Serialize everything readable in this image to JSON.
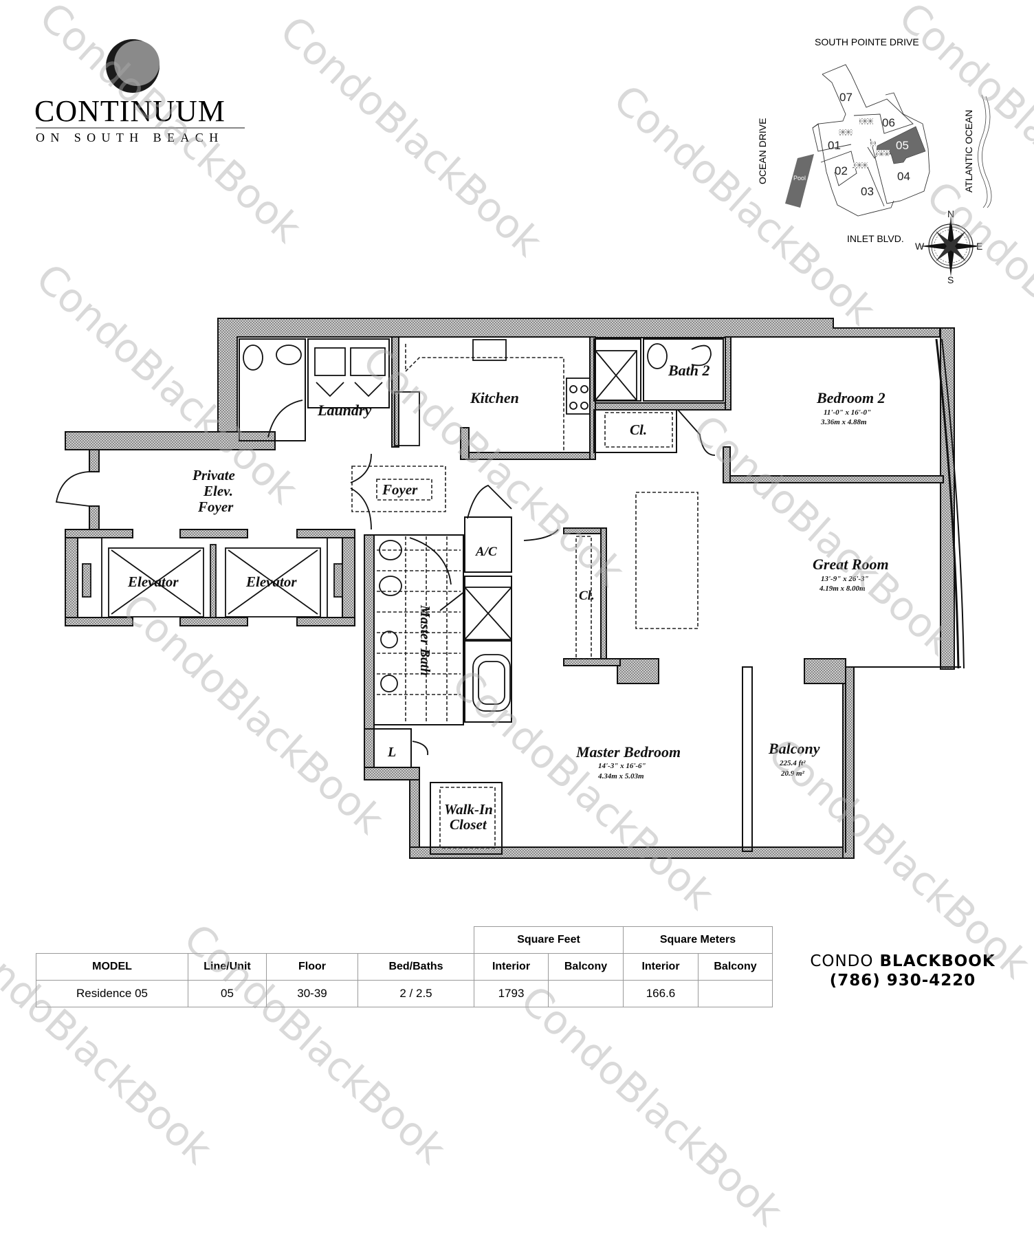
{
  "logo": {
    "title": "CONTINUUM",
    "subtitle": "ON SOUTH BEACH"
  },
  "site_map": {
    "streets": {
      "north": "SOUTH POINTE DRIVE",
      "west": "OCEAN DRIVE",
      "east": "ATLANTIC OCEAN",
      "south": "INLET BLVD."
    },
    "units": [
      "07",
      "06",
      "01",
      "05",
      "02",
      "04",
      "03"
    ],
    "highlighted_unit": "05",
    "pool_label": "Pool",
    "compass": {
      "n": "N",
      "s": "S",
      "e": "E",
      "w": "W"
    },
    "highlight_color": "#6b6b6b"
  },
  "floor_plan": {
    "rooms": {
      "laundry": "Laundry",
      "kitchen": "Kitchen",
      "bath2": "Bath 2",
      "bedroom2": {
        "name": "Bedroom 2",
        "dim_imperial": "11'-0\" x 16'-0\"",
        "dim_metric": "3.36m x 4.88m"
      },
      "closet_kitchen": "Cl.",
      "private_foyer_line1": "Private",
      "private_foyer_line2": "Elev.",
      "private_foyer_line3": "Foyer",
      "foyer": "Foyer",
      "elevator_left": "Elevator",
      "elevator_right": "Elevator",
      "ac": "A/C",
      "closet_great": "Cl.",
      "master_bath": "Master Bath",
      "great_room": {
        "name": "Great Room",
        "dim_imperial": "13'-9\" x 26'-3\"",
        "dim_metric": "4.19m x 8.00m"
      },
      "linen": "L",
      "master_bedroom": {
        "name": "Master Bedroom",
        "dim_imperial": "14'-3\" x 16'-6\"",
        "dim_metric": "4.34m x 5.03m"
      },
      "walk_in_line1": "Walk-In",
      "walk_in_line2": "Closet",
      "balcony": {
        "name": "Balcony",
        "area_sqft": "225.4 ft²",
        "area_sqm": "20.9 m²"
      }
    }
  },
  "spec_table": {
    "group_headers": {
      "square_feet": "Square Feet",
      "square_meters": "Square Meters"
    },
    "columns": [
      "MODEL",
      "Line/Unit",
      "Floor",
      "Bed/Baths",
      "Interior",
      "Balcony",
      "Interior",
      "Balcony"
    ],
    "row": [
      "Residence 05",
      "05",
      "30-39",
      "2 / 2.5",
      "1793",
      "",
      "166.6",
      ""
    ]
  },
  "brand": {
    "name_light": "CONDO",
    "name_bold": "BLACKBOOK",
    "phone": "(786) 930-4220"
  },
  "watermark": "CondoBlackBook"
}
